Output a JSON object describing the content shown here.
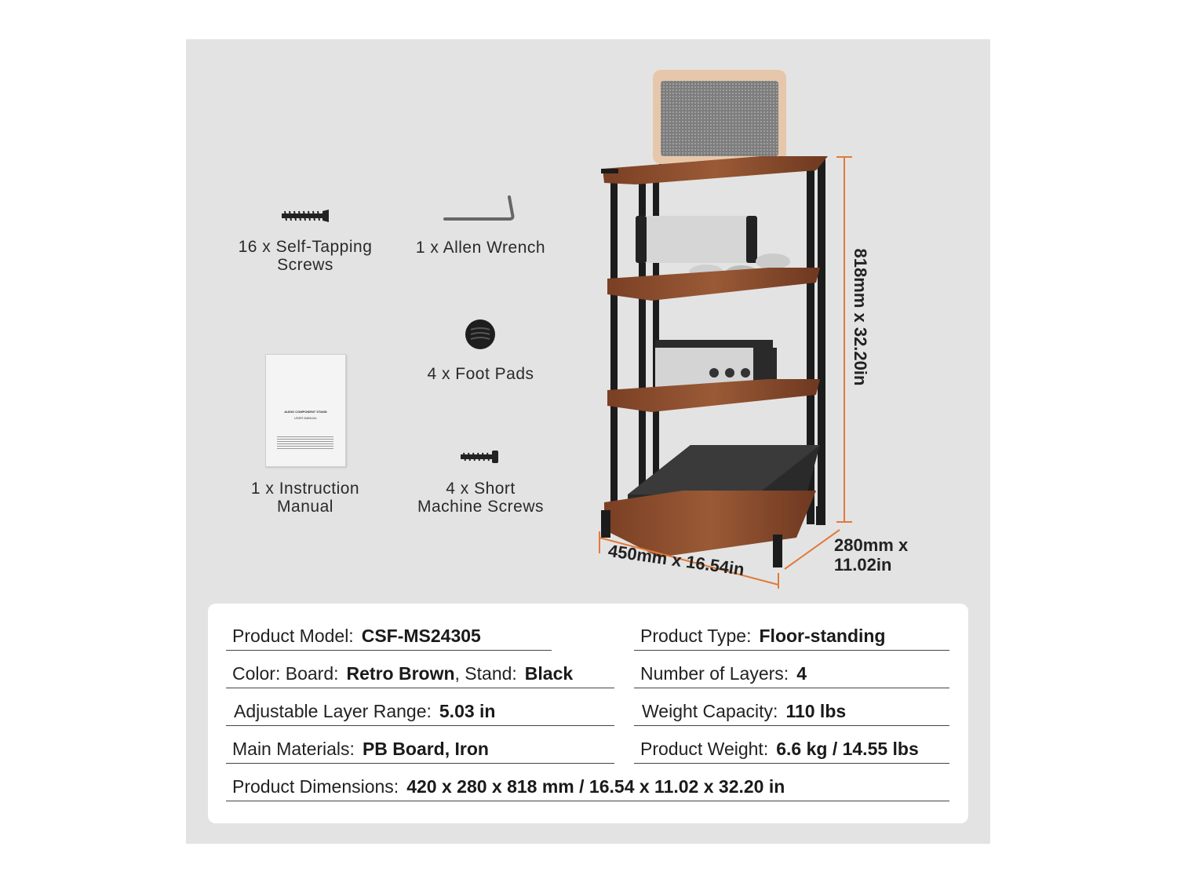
{
  "accessories": [
    {
      "line1": "16 x Self-Tapping",
      "line2": "Screws"
    },
    {
      "line1": "1 x Allen Wrench",
      "line2": ""
    },
    {
      "line1": "4 x  Foot Pads",
      "line2": ""
    },
    {
      "line1": "1 x  Instruction",
      "line2": "Manual"
    },
    {
      "line1": "4 x Short",
      "line2": "Machine Screws"
    }
  ],
  "manual_cover": {
    "title": "AUDIO COMPONENT STAND",
    "subtitle": "USER MANUAL"
  },
  "dimensions": {
    "height": "818mm x 32.20in",
    "width": "450mm x 16.54in",
    "depth_line1": "280mm x",
    "depth_line2": "11.02in"
  },
  "specs": {
    "model_label": "Product Model:",
    "model_value": "CSF-MS24305",
    "type_label": "Product Type:",
    "type_value": "Floor-standing",
    "color_label": "Color: Board:",
    "color_board": "Retro Brown",
    "color_stand_label": ", Stand:",
    "color_stand": "Black",
    "layers_label": "Number of Layers:",
    "layers_value": "4",
    "range_label": "Adjustable Layer Range:",
    "range_value": "5.03 in",
    "capacity_label": "Weight Capacity:",
    "capacity_value": "110 lbs",
    "materials_label": "Main Materials:",
    "materials_value": "PB Board, Iron",
    "weight_label": "Product Weight:",
    "weight_value": "6.6 kg / 14.55 lbs",
    "dims_label": "Product Dimensions:",
    "dims_value": "420 x 280 x 818 mm / 16.54 x 11.02 x 32.20 in"
  },
  "colors": {
    "panel": "#e3e3e3",
    "wood": "#8a4a2c",
    "frame": "#1c1c1c",
    "dimension_line": "#e07a3a"
  }
}
